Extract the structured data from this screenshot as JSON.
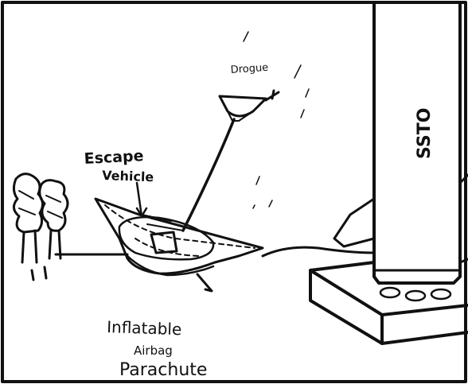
{
  "labels": {
    "drogue": "Drogue",
    "escape_line1": "Escape",
    "escape_line2": "Vehicle",
    "ssto": "SSTO",
    "airbag_line1": "Inflatable",
    "airbag_line2": "Airbag",
    "airbag_line3": "Parachute"
  },
  "colors": {
    "ink": "#111111",
    "paper": "#ffffff"
  }
}
